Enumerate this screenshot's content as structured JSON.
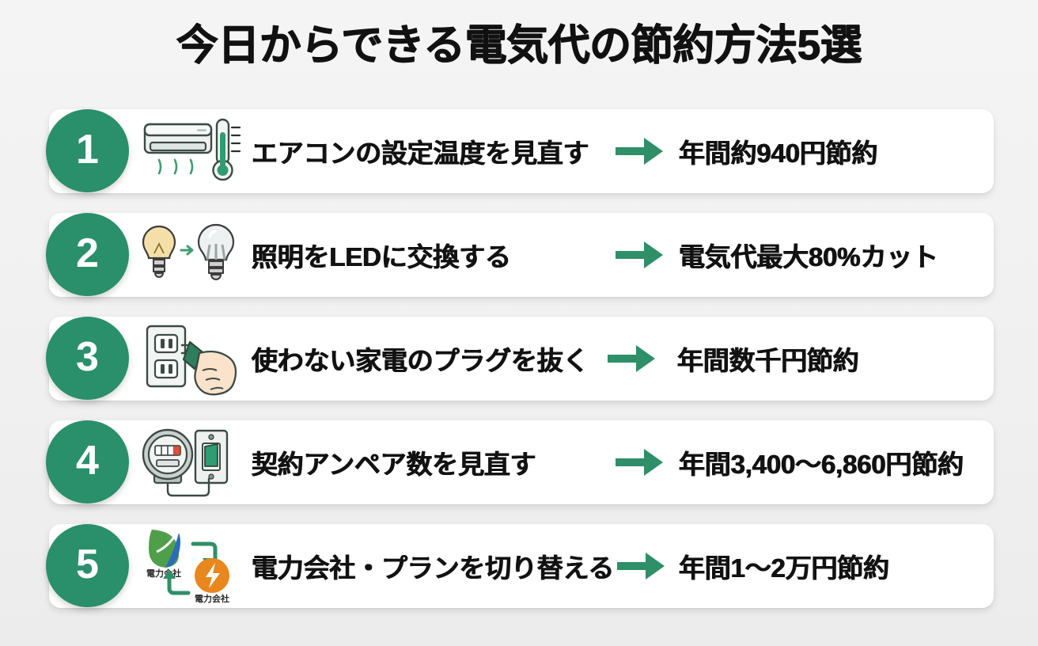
{
  "header": {
    "title": "今日からできる電気代の節約方法5選"
  },
  "theme": {
    "accent_green": "#2a8f6b",
    "arrow_green": "#2e8f68",
    "card_bg": "#ffffff",
    "page_bg": "#f1f1f1",
    "text_color": "#121212"
  },
  "tips": [
    {
      "number": "1",
      "icon": "air-conditioner-thermometer-icon",
      "action": "エアコンの設定温度を見直す",
      "arrow": "arrow-right-icon",
      "result": "年間約940円節約"
    },
    {
      "number": "2",
      "icon": "incandescent-to-led-bulb-icon",
      "action": "照明をLEDに交換する",
      "arrow": "arrow-right-icon",
      "result": "電気代最大80%カット"
    },
    {
      "number": "3",
      "icon": "hand-unplugging-outlet-icon",
      "action": "使わない家電のプラグを抜く",
      "arrow": "arrow-right-icon",
      "result": "年間数千円節約"
    },
    {
      "number": "4",
      "icon": "electric-meter-breaker-icon",
      "action": "契約アンペア数を見直す",
      "arrow": "arrow-right-icon",
      "result": "年間3,400〜6,860円節約"
    },
    {
      "number": "5",
      "icon": "power-company-switch-icon",
      "action": "電力会社・プランを切り替える",
      "arrow": "arrow-right-icon",
      "result": "年間1〜2万円節約",
      "icon_labels": [
        "電力会社",
        "電力会社"
      ]
    }
  ]
}
